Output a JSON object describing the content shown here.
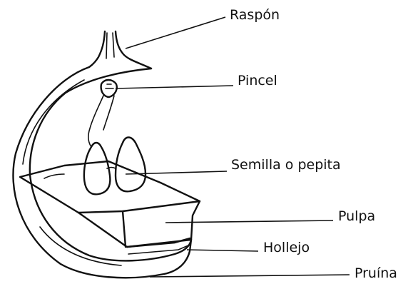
{
  "labels": {
    "raspon": "Raspón",
    "pincel": "Pincel",
    "semilla": "Semilla o pepita",
    "pulpa": "Pulpa",
    "hollejo": "Hollejo",
    "pruina": "Pruína"
  }
}
